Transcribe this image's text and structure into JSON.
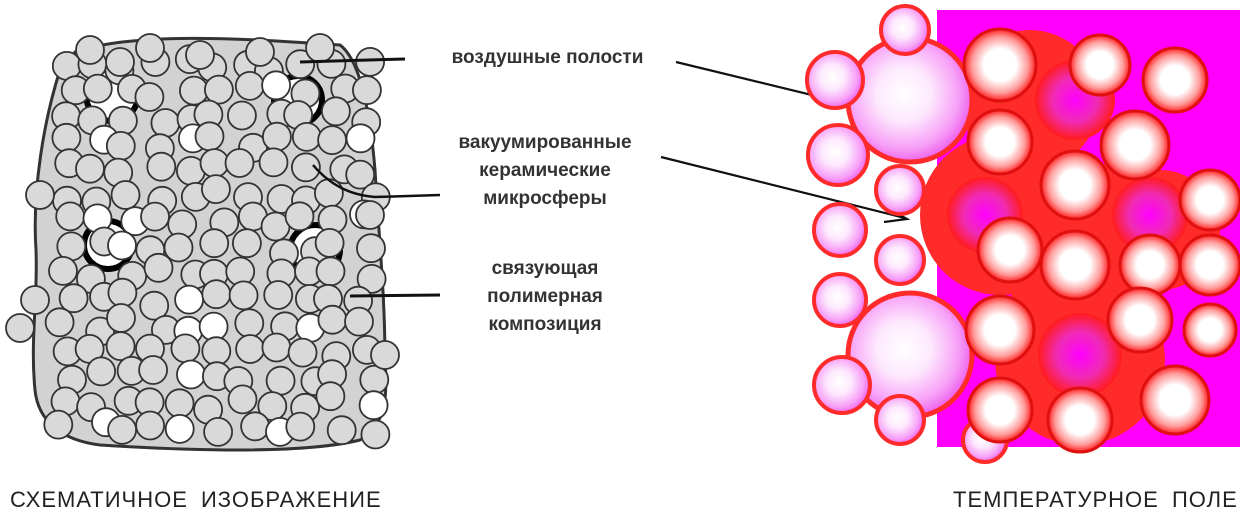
{
  "labels": {
    "air_cavities": "воздушные полости",
    "microspheres_line1": "вакуумированные",
    "microspheres_line2": "керамические",
    "microspheres_line3": "микросферы",
    "binder_line1": "связующая",
    "binder_line2": "полимерная",
    "binder_line3": "композиция"
  },
  "captions": {
    "left": "СХЕМАТИЧНОЕ ИЗОБРАЖЕНИЕ",
    "right": "ТЕМПЕРАТУРНОЕ ПОЛЕ"
  },
  "colors": {
    "matrix_fill": "#d2d2d2",
    "sphere_fill": "#d9d9d9",
    "outline": "#333333",
    "field_background": "#ff00ff",
    "hot_red": "#ff2a2a",
    "pink_center": "#fbe6fb"
  }
}
